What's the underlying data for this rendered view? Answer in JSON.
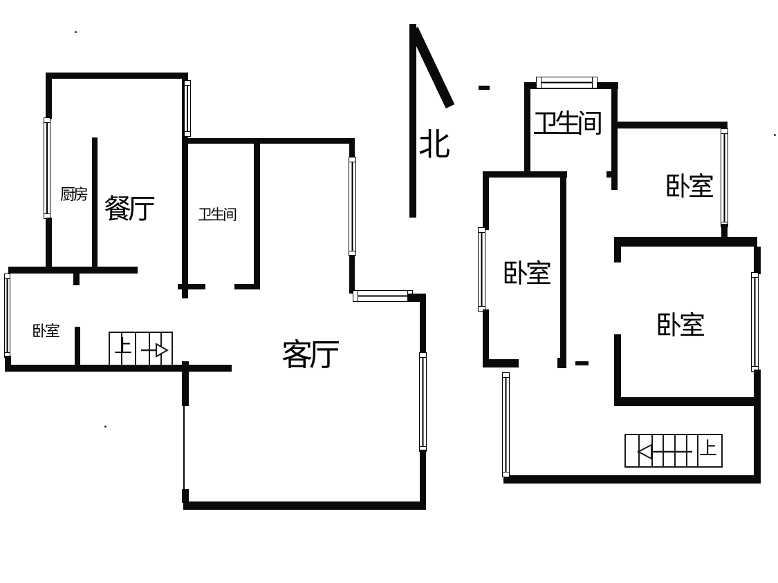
{
  "canvas": {
    "background": "#ffffff",
    "ink": "#000000"
  },
  "compass": {
    "north_label": "北"
  },
  "floor1": {
    "rooms": {
      "kitchen": "厨房",
      "dining": "餐厅",
      "bathroom": "卫生间",
      "bedroom": "卧室",
      "living": "客厅"
    },
    "stairs": {
      "label": "上",
      "arrow_direction": "right"
    }
  },
  "floor2": {
    "rooms": {
      "bathroom": "卫生间",
      "bedroom_left": "卧室",
      "bedroom_top_right": "卧室",
      "bedroom_bottom_right": "卧室"
    },
    "stairs": {
      "label": "上",
      "arrow_direction": "left"
    }
  }
}
